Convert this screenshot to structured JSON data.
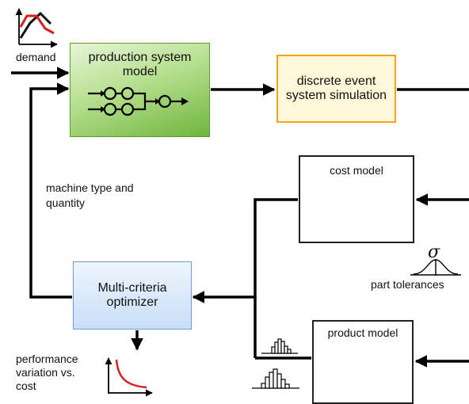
{
  "labels": {
    "demand": "demand",
    "production_title": "production system model",
    "des_title": "discrete event system simulation",
    "cost_title": "cost model",
    "sigma": "σ",
    "part_tolerances": "part tolerances",
    "machine_type": "machine type and quantity",
    "optimizer_title": "Multi-criteria optimizer",
    "product_title": "product model",
    "performance": "performance variation vs. cost"
  },
  "colors": {
    "production_fill": "#7cbf45",
    "des_border": "#f2a51c",
    "des_fill": "#fff7d7",
    "optimizer_fill": "#c9def6",
    "demand_line_black": "#111111",
    "demand_line_red": "#d81e1e",
    "pareto_curve": "#d81e1e"
  },
  "icons": [
    "demand-chart-icon",
    "queue-network-icon",
    "normal-curve-icon",
    "calculator-hand-icon",
    "sigma-bell-icon",
    "histogram-icon",
    "surface-plot-icon",
    "pareto-chart-icon"
  ]
}
